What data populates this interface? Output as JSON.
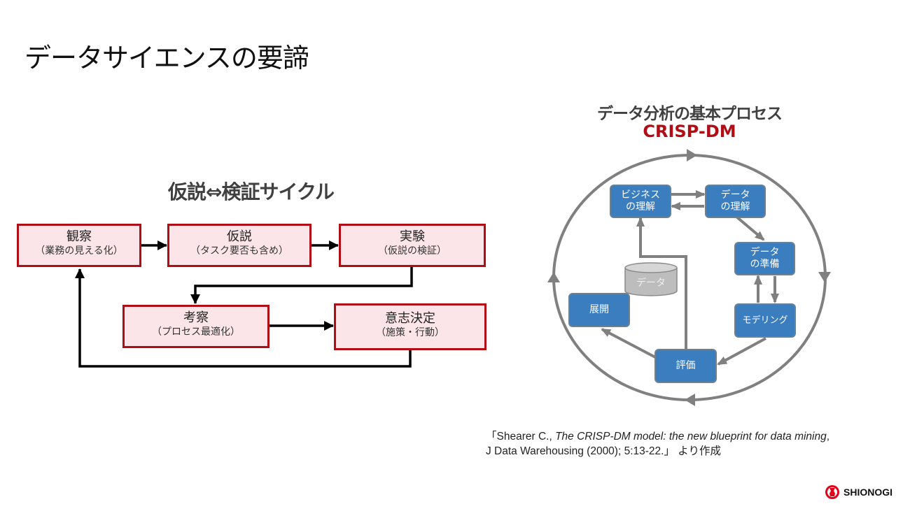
{
  "page": {
    "title": "データサイエンスの要諦"
  },
  "cycle": {
    "title": "仮説⇔検証サイクル",
    "boxes": [
      {
        "title": "観察",
        "subtitle": "（業務の見える化）"
      },
      {
        "title": "仮説",
        "subtitle": "（タスク要否も含め）"
      },
      {
        "title": "実験",
        "subtitle": "（仮説の検証）"
      },
      {
        "title": "考察",
        "subtitle": "（プロセス最適化）"
      },
      {
        "title": "意志決定",
        "subtitle": "（施策・行動）"
      }
    ]
  },
  "crisp": {
    "title": "データ分析の基本プロセス",
    "subtitle": "CRISP-DM",
    "nodes": {
      "business": [
        "ビジネス",
        "の理解"
      ],
      "data_understanding": [
        "データ",
        "の理解"
      ],
      "data_preparation": [
        "データ",
        "の準備"
      ],
      "modeling": [
        "モデリング"
      ],
      "evaluation": [
        "評価"
      ],
      "deployment": [
        "展開"
      ],
      "data_store": "データ"
    }
  },
  "citation": {
    "prefix": "「Shearer C., ",
    "title_italic": "The CRISP-DM model: the new blueprint for data mining",
    "suffix_line1": ",",
    "line2": "J Data Warehousing (2000); 5:13-22.」 より作成"
  },
  "logo": {
    "text": "SHIONOGI",
    "color": "#e2001a"
  },
  "colors": {
    "accent_red": "#b00d17",
    "box_fill": "#fbe5e8",
    "node_blue": "#3a7ec0",
    "arrow_gray": "#808080"
  }
}
